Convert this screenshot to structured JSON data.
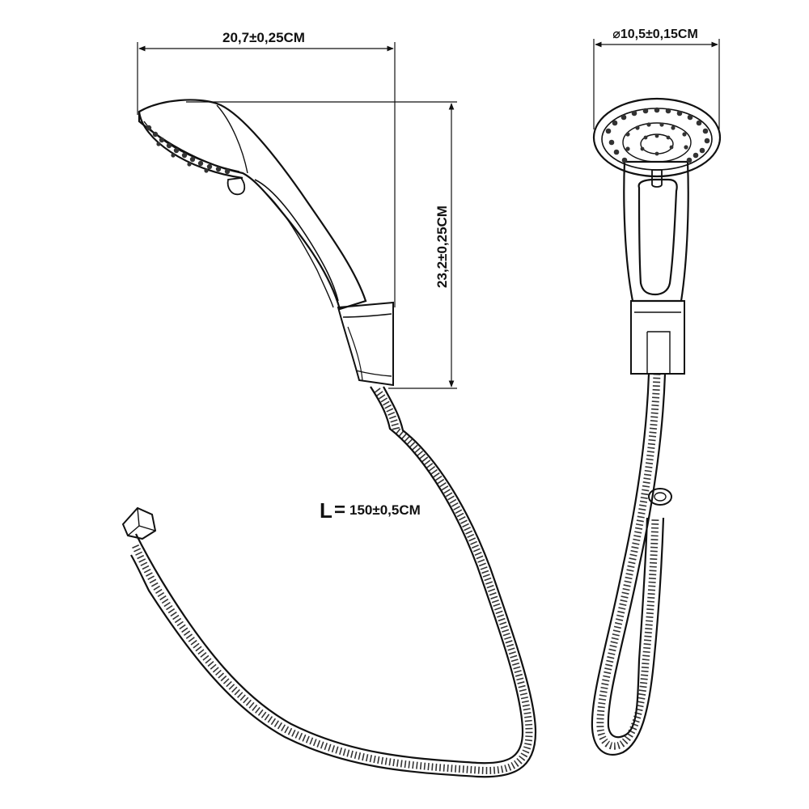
{
  "dimensions": {
    "length_width": "20,7±0,25CM",
    "height": "23,2±0,25CM",
    "head_diameter": "⌀10,5±0,15CM",
    "hose_length_symbol": "L",
    "hose_length_equals": "=",
    "hose_length_value": "150±0,5CM"
  },
  "colors": {
    "line": "#111111",
    "background": "#ffffff"
  }
}
